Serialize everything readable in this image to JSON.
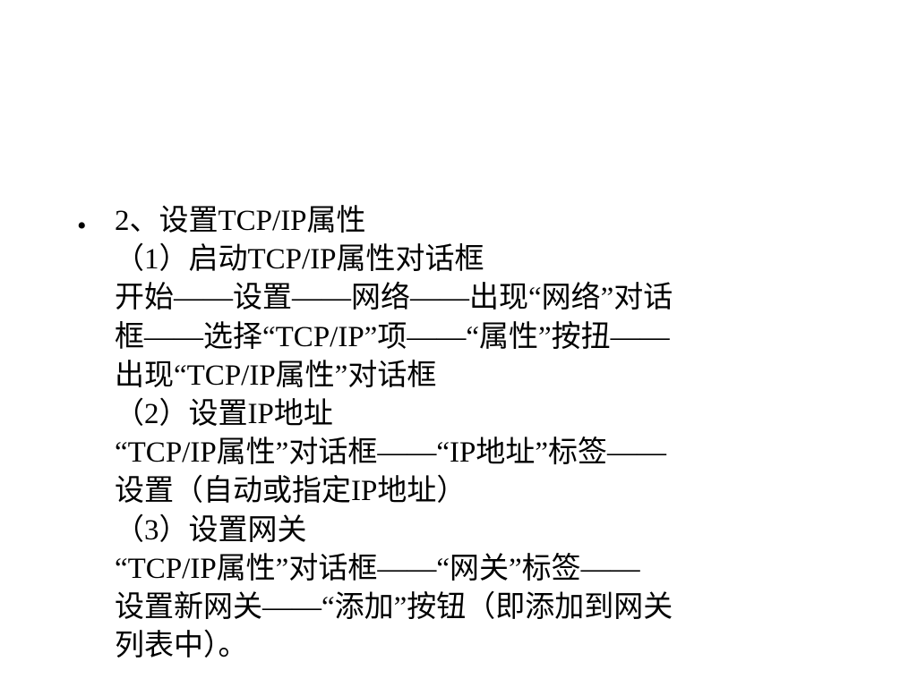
{
  "slide": {
    "bullet": "•",
    "lines": [
      "2、设置TCP/IP属性",
      "（1）启动TCP/IP属性对话框",
      "开始——设置——网络——出现“网络”对话",
      "框——选择“TCP/IP”项——“属性”按扭——",
      "出现“TCP/IP属性”对话框",
      "（2）设置IP地址",
      "“TCP/IP属性”对话框——“IP地址”标签——",
      "设置（自动或指定IP地址）",
      "（3）设置网关",
      "“TCP/IP属性”对话框——“网关”标签——",
      "设置新网关——“添加”按钮（即添加到网关",
      "列表中）。"
    ]
  }
}
